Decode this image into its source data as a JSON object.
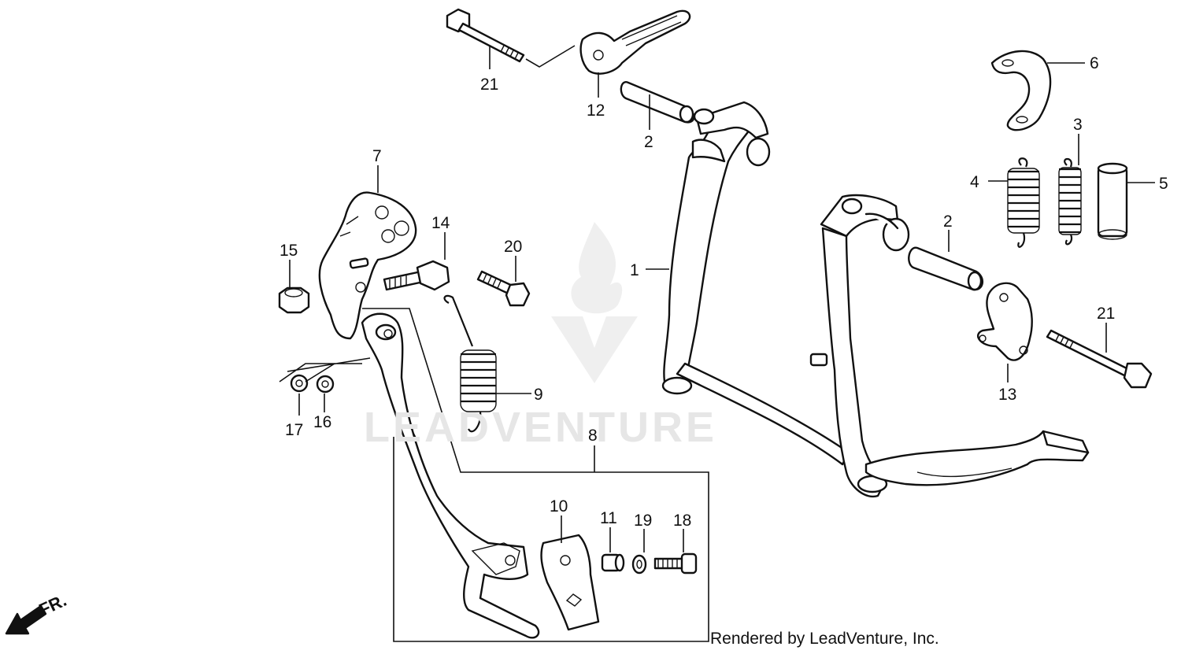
{
  "diagram": {
    "callouts": [
      {
        "id": "1",
        "label": "1"
      },
      {
        "id": "2a",
        "label": "2"
      },
      {
        "id": "2b",
        "label": "2"
      },
      {
        "id": "3",
        "label": "3"
      },
      {
        "id": "4",
        "label": "4"
      },
      {
        "id": "5",
        "label": "5"
      },
      {
        "id": "6",
        "label": "6"
      },
      {
        "id": "7",
        "label": "7"
      },
      {
        "id": "8",
        "label": "8"
      },
      {
        "id": "9",
        "label": "9"
      },
      {
        "id": "10",
        "label": "10"
      },
      {
        "id": "11",
        "label": "11"
      },
      {
        "id": "12",
        "label": "12"
      },
      {
        "id": "13",
        "label": "13"
      },
      {
        "id": "14",
        "label": "14"
      },
      {
        "id": "15",
        "label": "15"
      },
      {
        "id": "16",
        "label": "16"
      },
      {
        "id": "17",
        "label": "17"
      },
      {
        "id": "18",
        "label": "18"
      },
      {
        "id": "19",
        "label": "19"
      },
      {
        "id": "20",
        "label": "20"
      },
      {
        "id": "21a",
        "label": "21"
      },
      {
        "id": "21b",
        "label": "21"
      }
    ],
    "direction_label": "FR.",
    "credit": "Rendered by LeadVenture, Inc.",
    "watermark": "LEADVENTURE"
  }
}
